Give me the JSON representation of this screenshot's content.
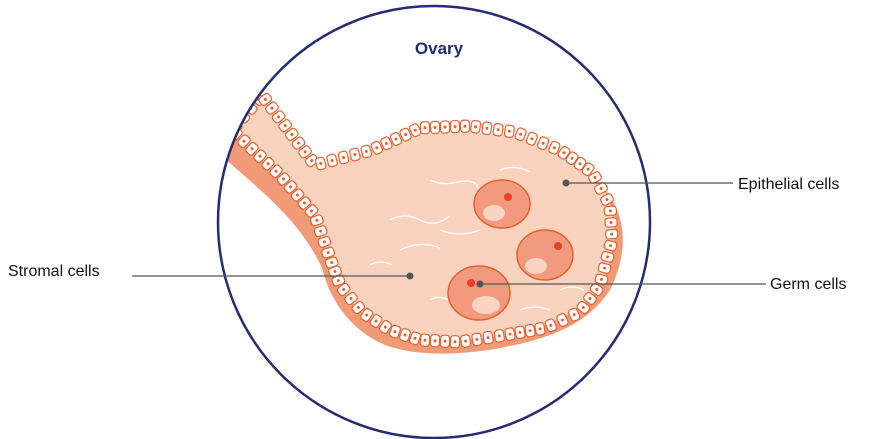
{
  "title": "Ovary",
  "labels": {
    "epithelial": "Epithelial cells",
    "stromal": "Stromal cells",
    "germ": "Germ cells"
  },
  "colors": {
    "circle_border": "#262b73",
    "tissue_light": "#fad3bf",
    "tissue_dark": "#f09a78",
    "cell_outline": "#e8602e",
    "germ_cell": "#f29a7d",
    "germ_nucleus": "#e8402a",
    "leader_line": "#555555",
    "text": "#111111"
  }
}
